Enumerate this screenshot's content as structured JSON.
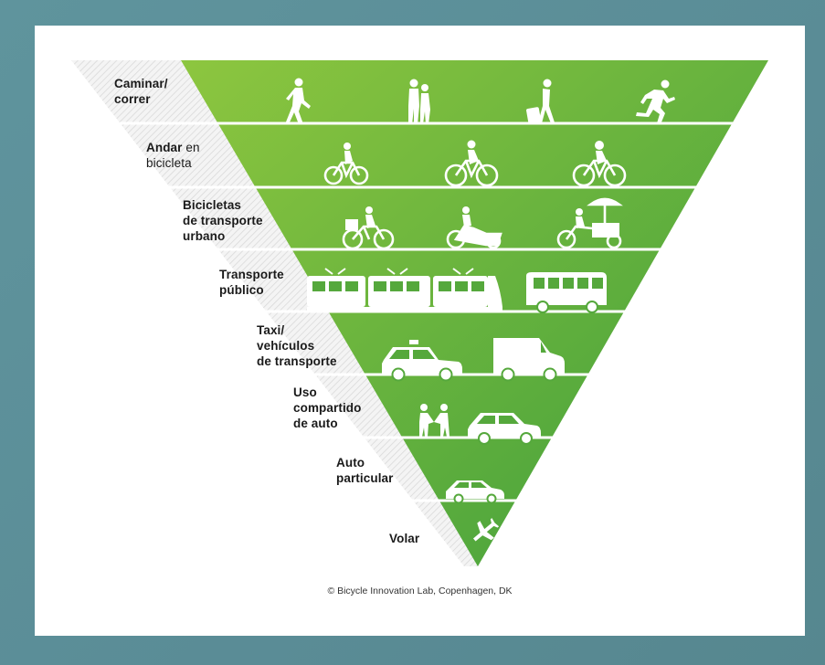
{
  "title": "",
  "colors": {
    "background": "#5a8e98",
    "card": "#ffffff",
    "green_light": "#8dc63f",
    "green_dark": "#3f9e3c",
    "hatch": "#d9d9d9",
    "icon": "#ffffff"
  },
  "levels": [
    {
      "id": "walk",
      "label_bold": "Caminar/\ncorrer",
      "label_normal": "",
      "icons": [
        "walking-person-icon",
        "couple-walking-icon",
        "person-with-suitcase-icon",
        "running-person-icon"
      ]
    },
    {
      "id": "bike",
      "label_bold": "Andar",
      "label_normal": " en\nbicicleta",
      "icons": [
        "cyclist-icon",
        "cyclist-icon",
        "cyclist-with-helmet-icon"
      ]
    },
    {
      "id": "cargo",
      "label_bold": "Bicicletas\nde transporte\nurbano",
      "label_normal": "",
      "icons": [
        "cargo-bike-front-box-icon",
        "cargo-bike-long-icon",
        "vendor-bike-umbrella-icon"
      ]
    },
    {
      "id": "transit",
      "label_bold": "Transporte\npúblico",
      "label_normal": "",
      "icons": [
        "tram-icon",
        "bus-icon"
      ]
    },
    {
      "id": "taxi",
      "label_bold": "Taxi/\nvehículos\nde transporte",
      "label_normal": "",
      "icons": [
        "taxi-icon",
        "van-icon"
      ]
    },
    {
      "id": "carshare",
      "label_bold": "Uso\ncompartido\nde auto",
      "label_normal": "",
      "icons": [
        "people-handing-keys-icon",
        "car-icon"
      ]
    },
    {
      "id": "private",
      "label_bold": "Auto\nparticular",
      "label_normal": "",
      "icons": [
        "small-car-icon"
      ]
    },
    {
      "id": "fly",
      "label_bold": "Volar",
      "label_normal": "",
      "icons": [
        "airplane-icon"
      ]
    }
  ],
  "credit": "© Bicycle Innovation Lab, Copenhagen, DK"
}
